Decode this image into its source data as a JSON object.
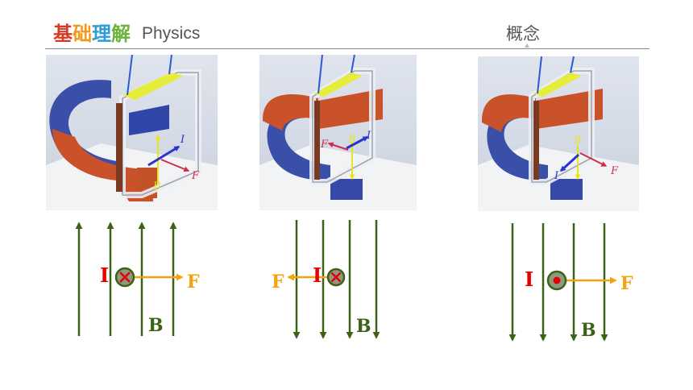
{
  "header": {
    "title_chars": [
      {
        "char": "基",
        "color": "#d63a24"
      },
      {
        "char": "础",
        "color": "#f29a1b"
      },
      {
        "char": "理",
        "color": "#2f9bd9"
      },
      {
        "char": "解",
        "color": "#6bb33b"
      }
    ],
    "subject": "Physics",
    "concept_label": "概念"
  },
  "colors": {
    "field_line": "#3c6218",
    "current_label": "#e60000",
    "force": "#f5a20f",
    "B_label": "#3c6218"
  },
  "photos": [
    {
      "labels": {
        "current": "I",
        "force": "F",
        "field": "B"
      }
    },
    {
      "labels": {
        "current": "I",
        "force": "F",
        "field": "B"
      }
    },
    {
      "labels": {
        "current": "I",
        "force": "F",
        "field": "B"
      }
    }
  ],
  "diagrams": [
    {
      "field_direction": "up",
      "current_direction": "into-page",
      "force_direction": "right",
      "labels": {
        "current": "I",
        "force": "F",
        "field": "B"
      }
    },
    {
      "field_direction": "down",
      "current_direction": "into-page",
      "force_direction": "left",
      "labels": {
        "current": "I",
        "force": "F",
        "field": "B"
      }
    },
    {
      "field_direction": "down",
      "current_direction": "out-of-page",
      "force_direction": "right",
      "labels": {
        "current": "I",
        "force": "F",
        "field": "B"
      }
    }
  ]
}
